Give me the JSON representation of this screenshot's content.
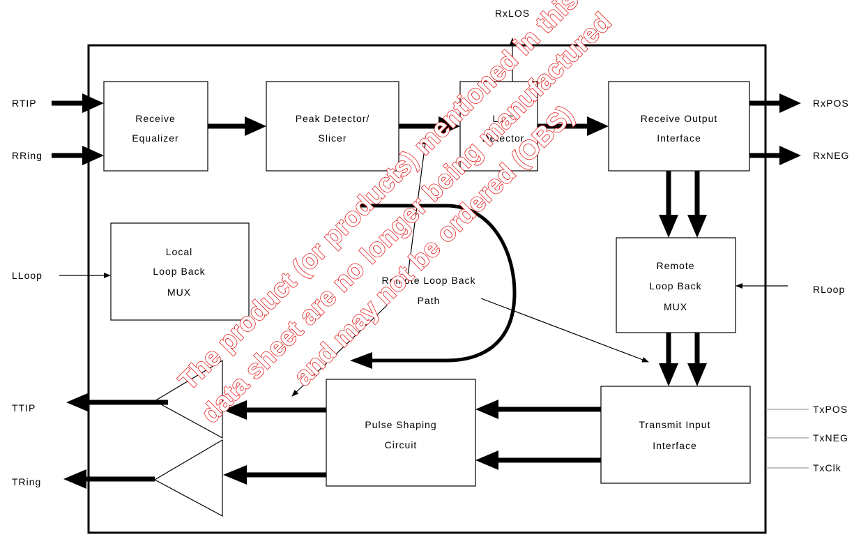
{
  "blocks": {
    "receive_equalizer": [
      "Receive",
      "Equalizer"
    ],
    "peak_detector": [
      "Peak Detector/",
      "Slicer"
    ],
    "los_detector": [
      "LOS",
      "Detector"
    ],
    "receive_output": [
      "Receive Output",
      "Interface"
    ],
    "local_loopback": [
      "Local",
      "Loop Back",
      "MUX"
    ],
    "remote_loopback": [
      "Remote",
      "Loop Back",
      "MUX"
    ],
    "pulse_shaping": [
      "Pulse Shaping",
      "Circuit"
    ],
    "transmit_input": [
      "Transmit Input",
      "Interface"
    ]
  },
  "annotations": {
    "remote_loopback_path": [
      "Remote Loop Back",
      "Path"
    ]
  },
  "signals": {
    "rtip": "RTIP",
    "rring": "RRing",
    "rxlos": "RxLOS",
    "rxpos": "RxPOS",
    "rxneg": "RxNEG",
    "lloop": "LLoop",
    "rloop": "RLoop",
    "ttip": "TTIP",
    "tring": "TRing",
    "txpos": "TxPOS",
    "txneg": "TxNEG",
    "txclk": "TxClk"
  },
  "watermark": [
    "The product (or products) mentioned in this",
    "data sheet are no longer being manufactured",
    "and may not be ordered (OBS)"
  ],
  "colors": {
    "line": "#000000",
    "watermark": "#e41c1c",
    "tx_clock_lines": "#888888"
  }
}
